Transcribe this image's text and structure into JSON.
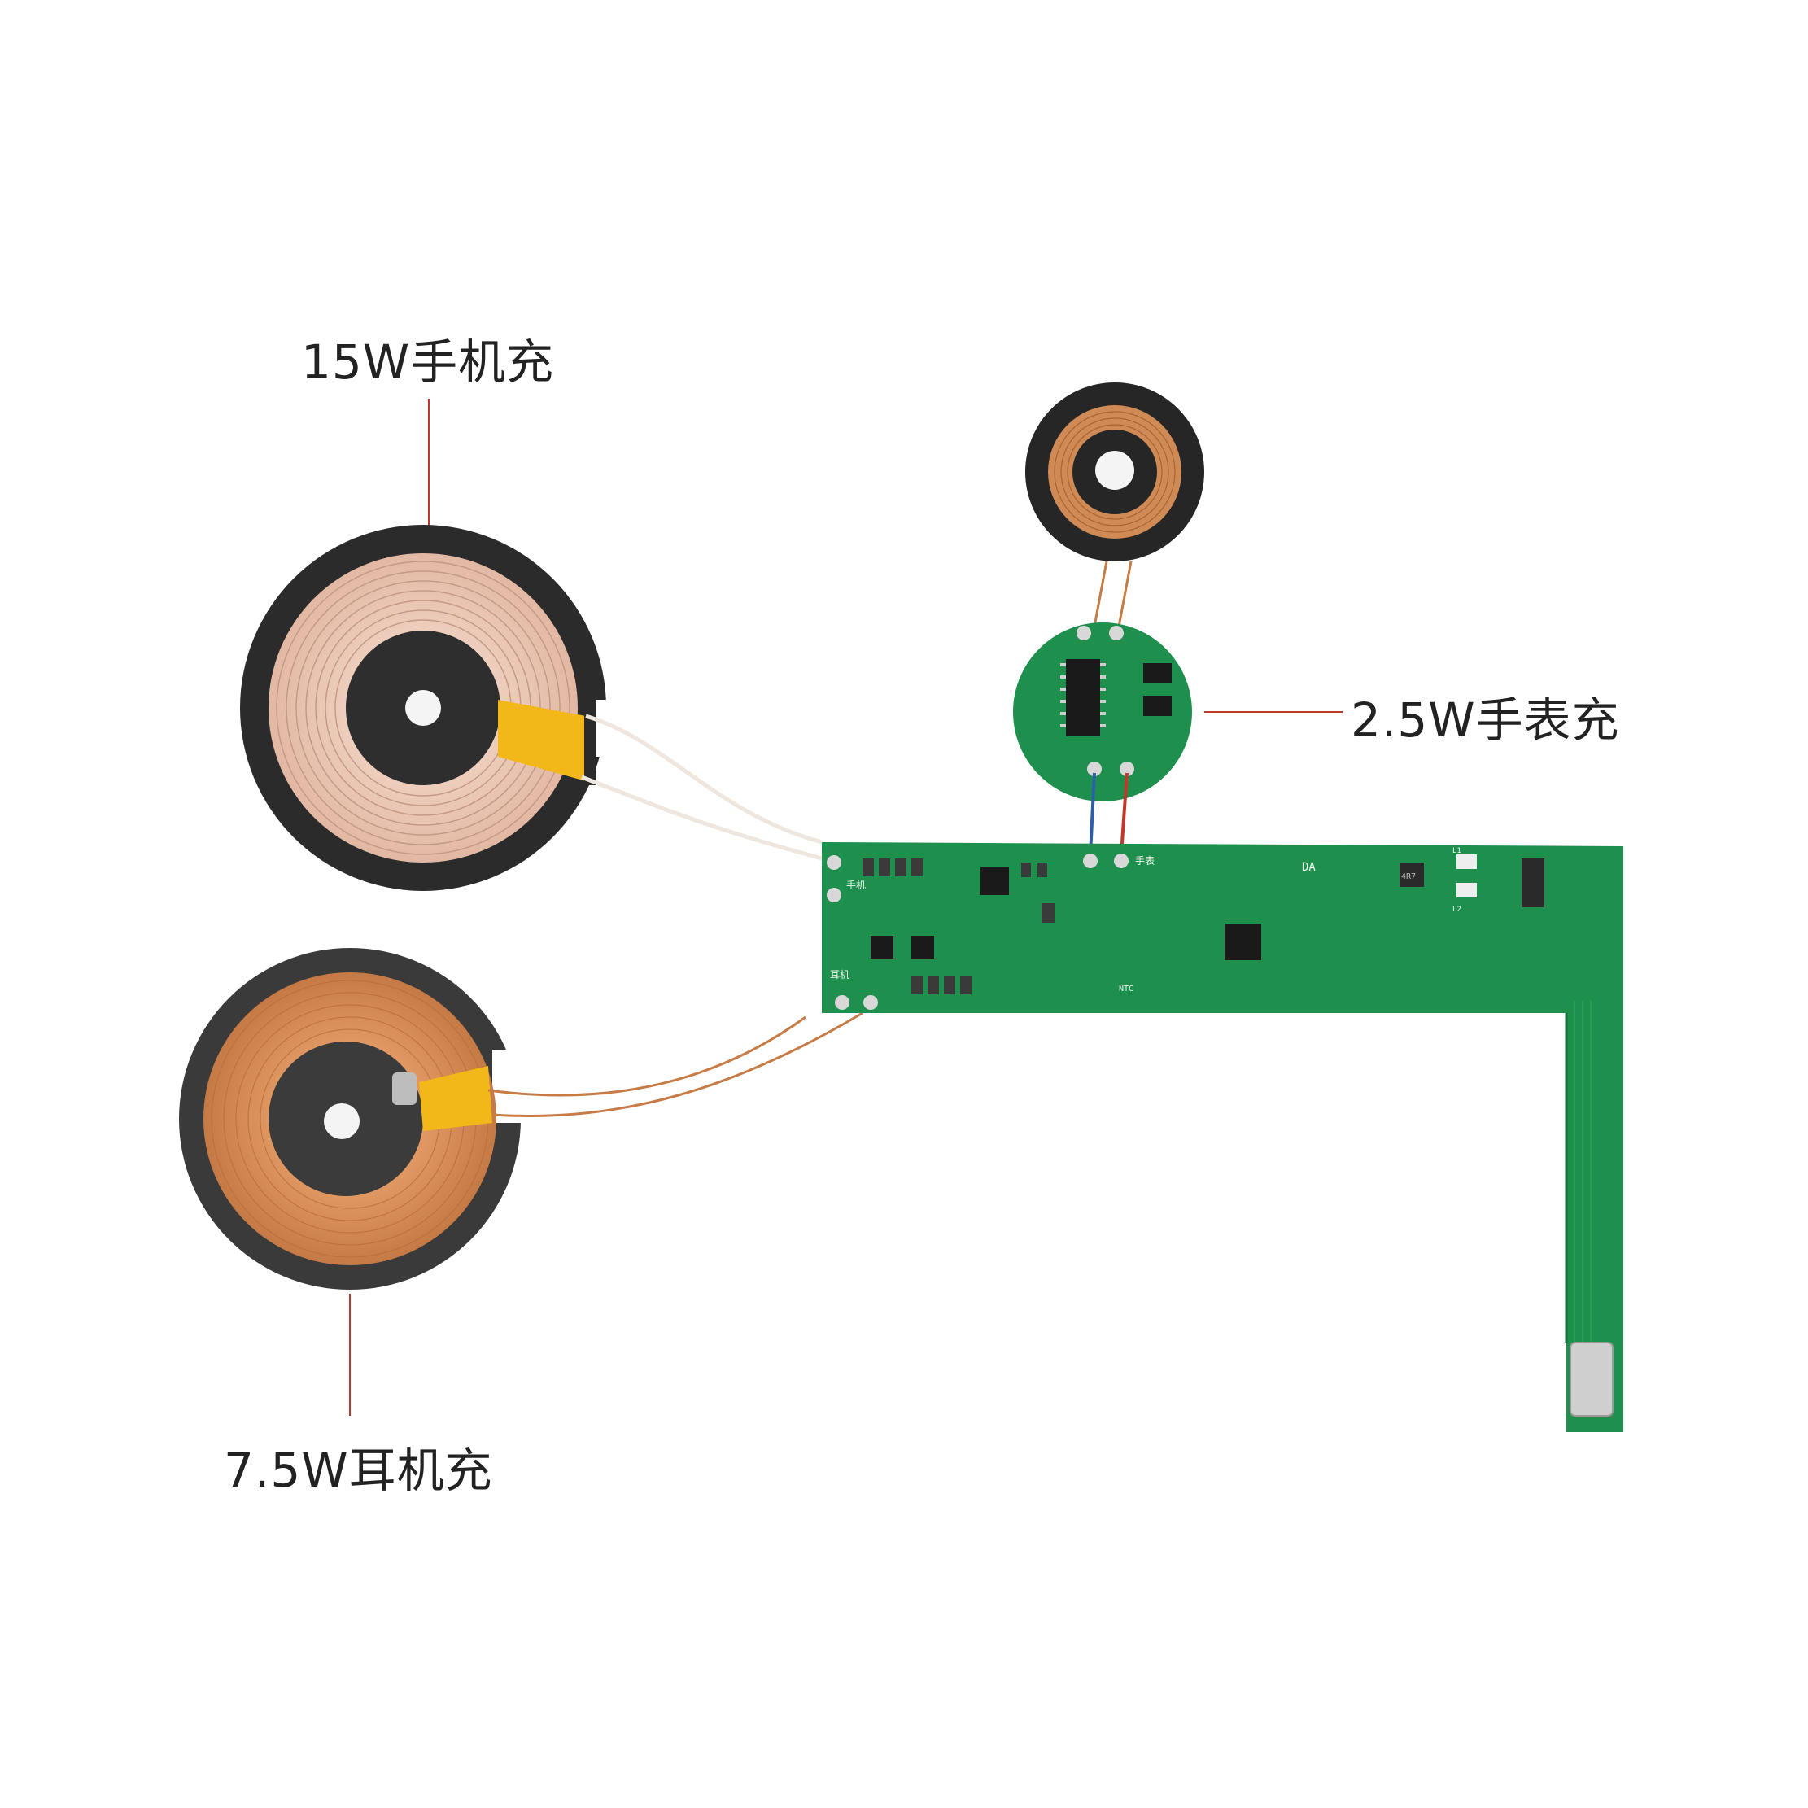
{
  "labels": {
    "phone_coil": "15W手机充",
    "watch_coil": "2.5W手表充",
    "earbud_coil": "7.5W耳机充"
  },
  "pcb_silkscreen": {
    "phone_port": "手机",
    "earbud_port": "耳机",
    "watch_port": "手表",
    "ntc": "NTC",
    "inductor": "4R7",
    "inductor_l1": "L1",
    "inductor_l2": "L2",
    "da_mark": "DA"
  },
  "colors": {
    "pcb_green": "#1f8f4e",
    "pcb_dark": "#16723c",
    "ferrite": "#2b2b2b",
    "copper": "#d9925f",
    "tape": "#f2b81a",
    "leader_line": "#c0392b"
  }
}
